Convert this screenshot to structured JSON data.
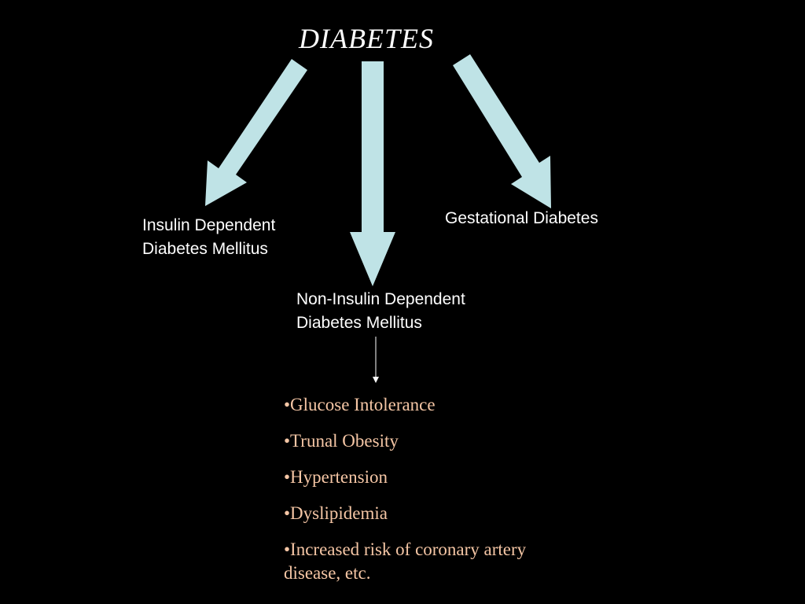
{
  "title": "DIABETES",
  "nodes": {
    "insulin_dependent": {
      "line1": "Insulin Dependent",
      "line2": "Diabetes Mellitus"
    },
    "gestational": {
      "line1": "Gestational Diabetes"
    },
    "non_insulin_dependent": {
      "line1": "Non-Insulin Dependent",
      "line2": "Diabetes Mellitus"
    }
  },
  "features": [
    "•Glucose Intolerance",
    "•Trunal Obesity",
    "•Hypertension",
    "•Dyslipidemia",
    "•Increased risk of coronary artery disease, etc."
  ],
  "colors": {
    "background": "#000000",
    "arrow_fill": "#bfe3e6",
    "label_text": "#ffffff",
    "feature_text": "#f5c6a5"
  }
}
